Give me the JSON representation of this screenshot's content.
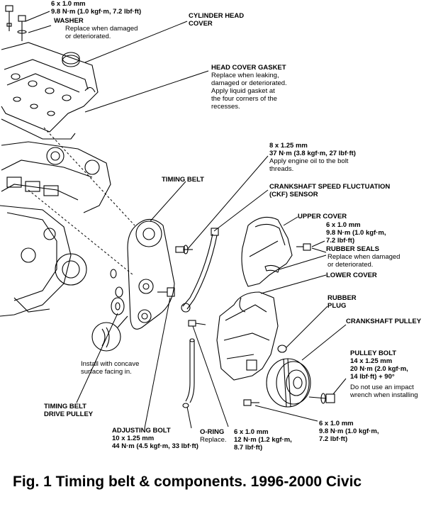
{
  "labels": {
    "top_bolt_spec": [
      "6 x 1.0 mm",
      "9.8 N·m (1.0 kgf·m, 7.2 lbf·ft)"
    ],
    "washer": {
      "title": "WASHER",
      "lines": [
        "Replace when damaged",
        "or deteriorated."
      ]
    },
    "cylinder_head_cover": [
      "CYLINDER HEAD",
      "COVER"
    ],
    "head_cover_gasket": {
      "title": "HEAD COVER GASKET",
      "lines": [
        "Replace when leaking,",
        "damaged or deteriorated.",
        "Apply liquid gasket at",
        "the four corners of the",
        "recesses."
      ]
    },
    "upper_bolt_spec": [
      "8 x 1.25 mm",
      "37 N·m (3.8 kgf·m, 27 lbf·ft)",
      "Apply engine oil to the bolt",
      "threads."
    ],
    "timing_belt": "TIMING BELT",
    "ckf_sensor": [
      "CRANKSHAFT SPEED FLUCTUATION",
      "(CKF) SENSOR"
    ],
    "upper_cover": "UPPER COVER",
    "upper_cover_bolt_spec": [
      "6 x 1.0 mm",
      "9.8 N·m (1.0 kgf·m,",
      "7.2 lbf·ft)"
    ],
    "rubber_seals": {
      "title": "RUBBER SEALS",
      "lines": [
        "Replace when damaged",
        "or deteriorated."
      ]
    },
    "lower_cover": "LOWER COVER",
    "rubber_plug": [
      "RUBBER",
      "PLUG"
    ],
    "crankshaft_pulley": "CRANKSHAFT PULLEY",
    "pulley_bolt": {
      "title": "PULLEY BOLT",
      "bold_lines": [
        "14 x 1.25 mm",
        "20 N·m (2.0 kgf·m,",
        "14 lbf·ft) + 90°"
      ],
      "lines": [
        "Do not use an impact",
        "wrench when installing"
      ]
    },
    "concave_note": [
      "Install with concave",
      "surface facing in."
    ],
    "drive_pulley": [
      "TIMING BELT",
      "DRIVE PULLEY"
    ],
    "adjusting_bolt": {
      "title": "ADJUSTING BOLT",
      "lines": [
        "10 x 1.25 mm",
        "44 N·m (4.5 kgf·m, 33 lbf·ft)"
      ]
    },
    "o_ring": {
      "title": "O-RING",
      "lines": [
        "Replace."
      ]
    },
    "sensor_bolt_spec": [
      "6 x 1.0 mm",
      "12 N·m (1.2 kgf·m,",
      "8.7 lbf·ft)"
    ],
    "lower_bolt_spec": [
      "6 x 1.0 mm",
      "9.8 N·m (1.0 kgf·m,",
      "7.2 lbf·ft)"
    ]
  },
  "caption": "Fig. 1  Timing belt & components. 1996-2000 Civic"
}
